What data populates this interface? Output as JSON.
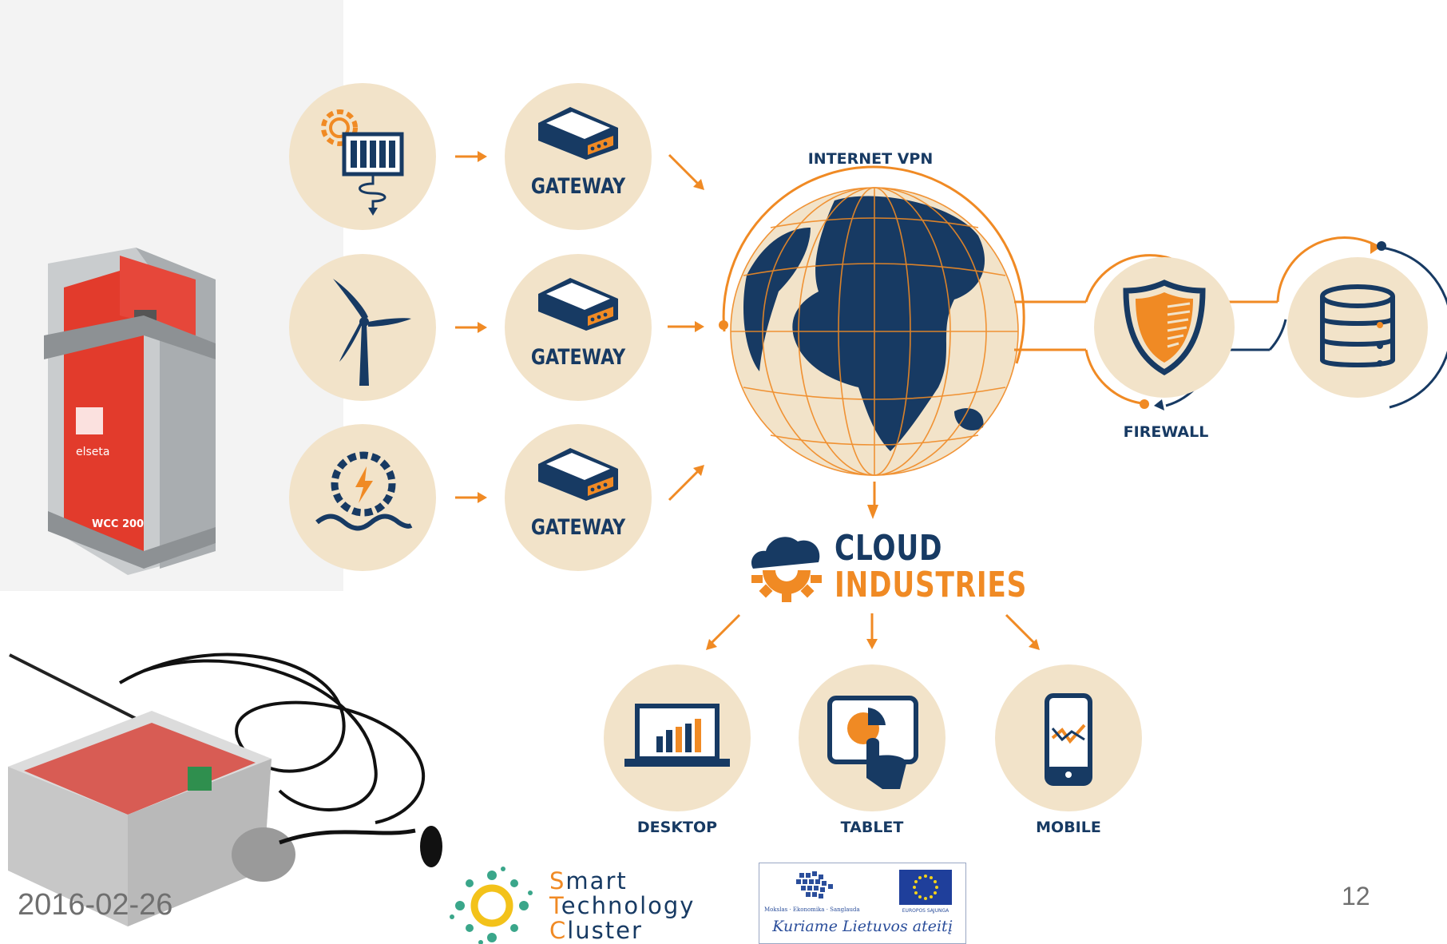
{
  "diagram": {
    "gateway_label": "GATEWAY",
    "internet_label": "INTERNET VPN",
    "firewall_label": "FIREWALL",
    "cloud_word1": "CLOUD",
    "cloud_word2": "INDUSTRIES",
    "clients": [
      {
        "label": "DESKTOP",
        "icon": "laptop-chart-icon"
      },
      {
        "label": "TABLET",
        "icon": "tablet-touch-icon"
      },
      {
        "label": "MOBILE",
        "icon": "smartphone-chart-icon"
      }
    ],
    "sources": [
      {
        "icon": "solar-panel-icon"
      },
      {
        "icon": "wind-turbine-icon"
      },
      {
        "icon": "hydro-power-icon"
      }
    ]
  },
  "footer": {
    "date": "2016-02-26",
    "page_number": "12",
    "stc_line1_first": "S",
    "stc_line1_rest": "mart",
    "stc_line2_first": "T",
    "stc_line2_rest": "echnology",
    "stc_line3_first": "C",
    "stc_line3_rest": "luster",
    "eu_small_text": "Mokslas · Ekonomika · Sanglauda",
    "eu_union_text": "EUROPOS SĄJUNGA",
    "eu_slogan": "Kuriame Lietuvos ateitį"
  },
  "colors": {
    "navy": "#173a63",
    "orange": "#f08a24",
    "beige": "#f2e3c9"
  }
}
